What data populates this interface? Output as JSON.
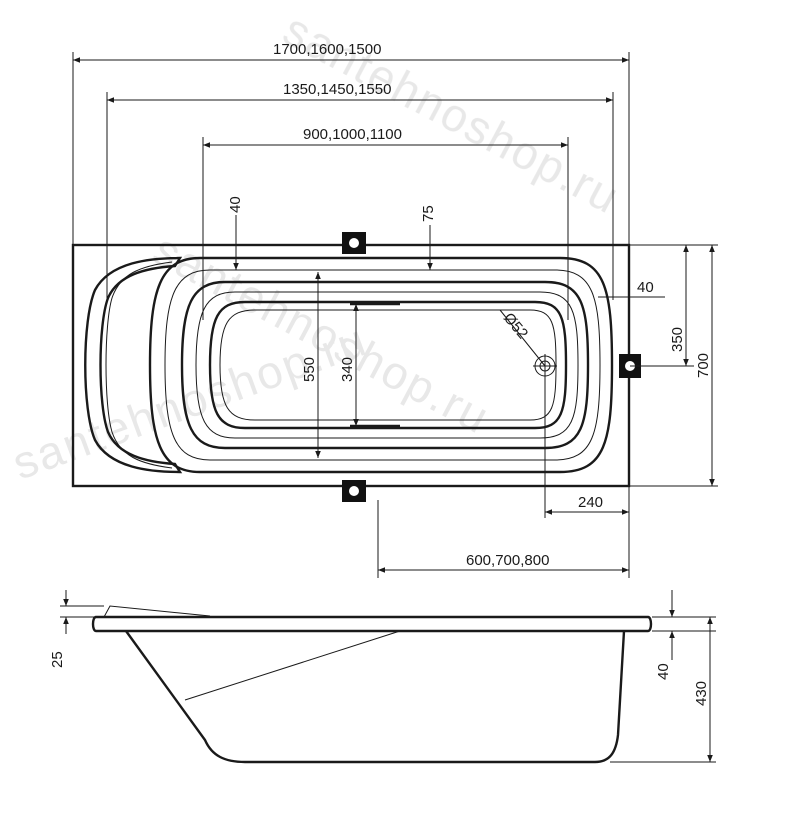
{
  "watermark": "santehnoshop.ru",
  "top_view": {
    "dims": {
      "overall_length": "1700,1600,1500",
      "inner_length": "1350,1450,1550",
      "bottom_length": "900,1000,1100",
      "rim_left": "40",
      "rim_top": "75",
      "rim_right": "40",
      "inner_width": "550",
      "bottom_width": "340",
      "drain_diameter": "Ø52",
      "drain_offset_y": "350",
      "overall_width": "700",
      "drain_offset_x": "240",
      "leg_spacing": "600,700,800"
    }
  },
  "side_view": {
    "dims": {
      "rim_thickness": "25",
      "rim_to_top": "40",
      "total_height": "430"
    }
  }
}
